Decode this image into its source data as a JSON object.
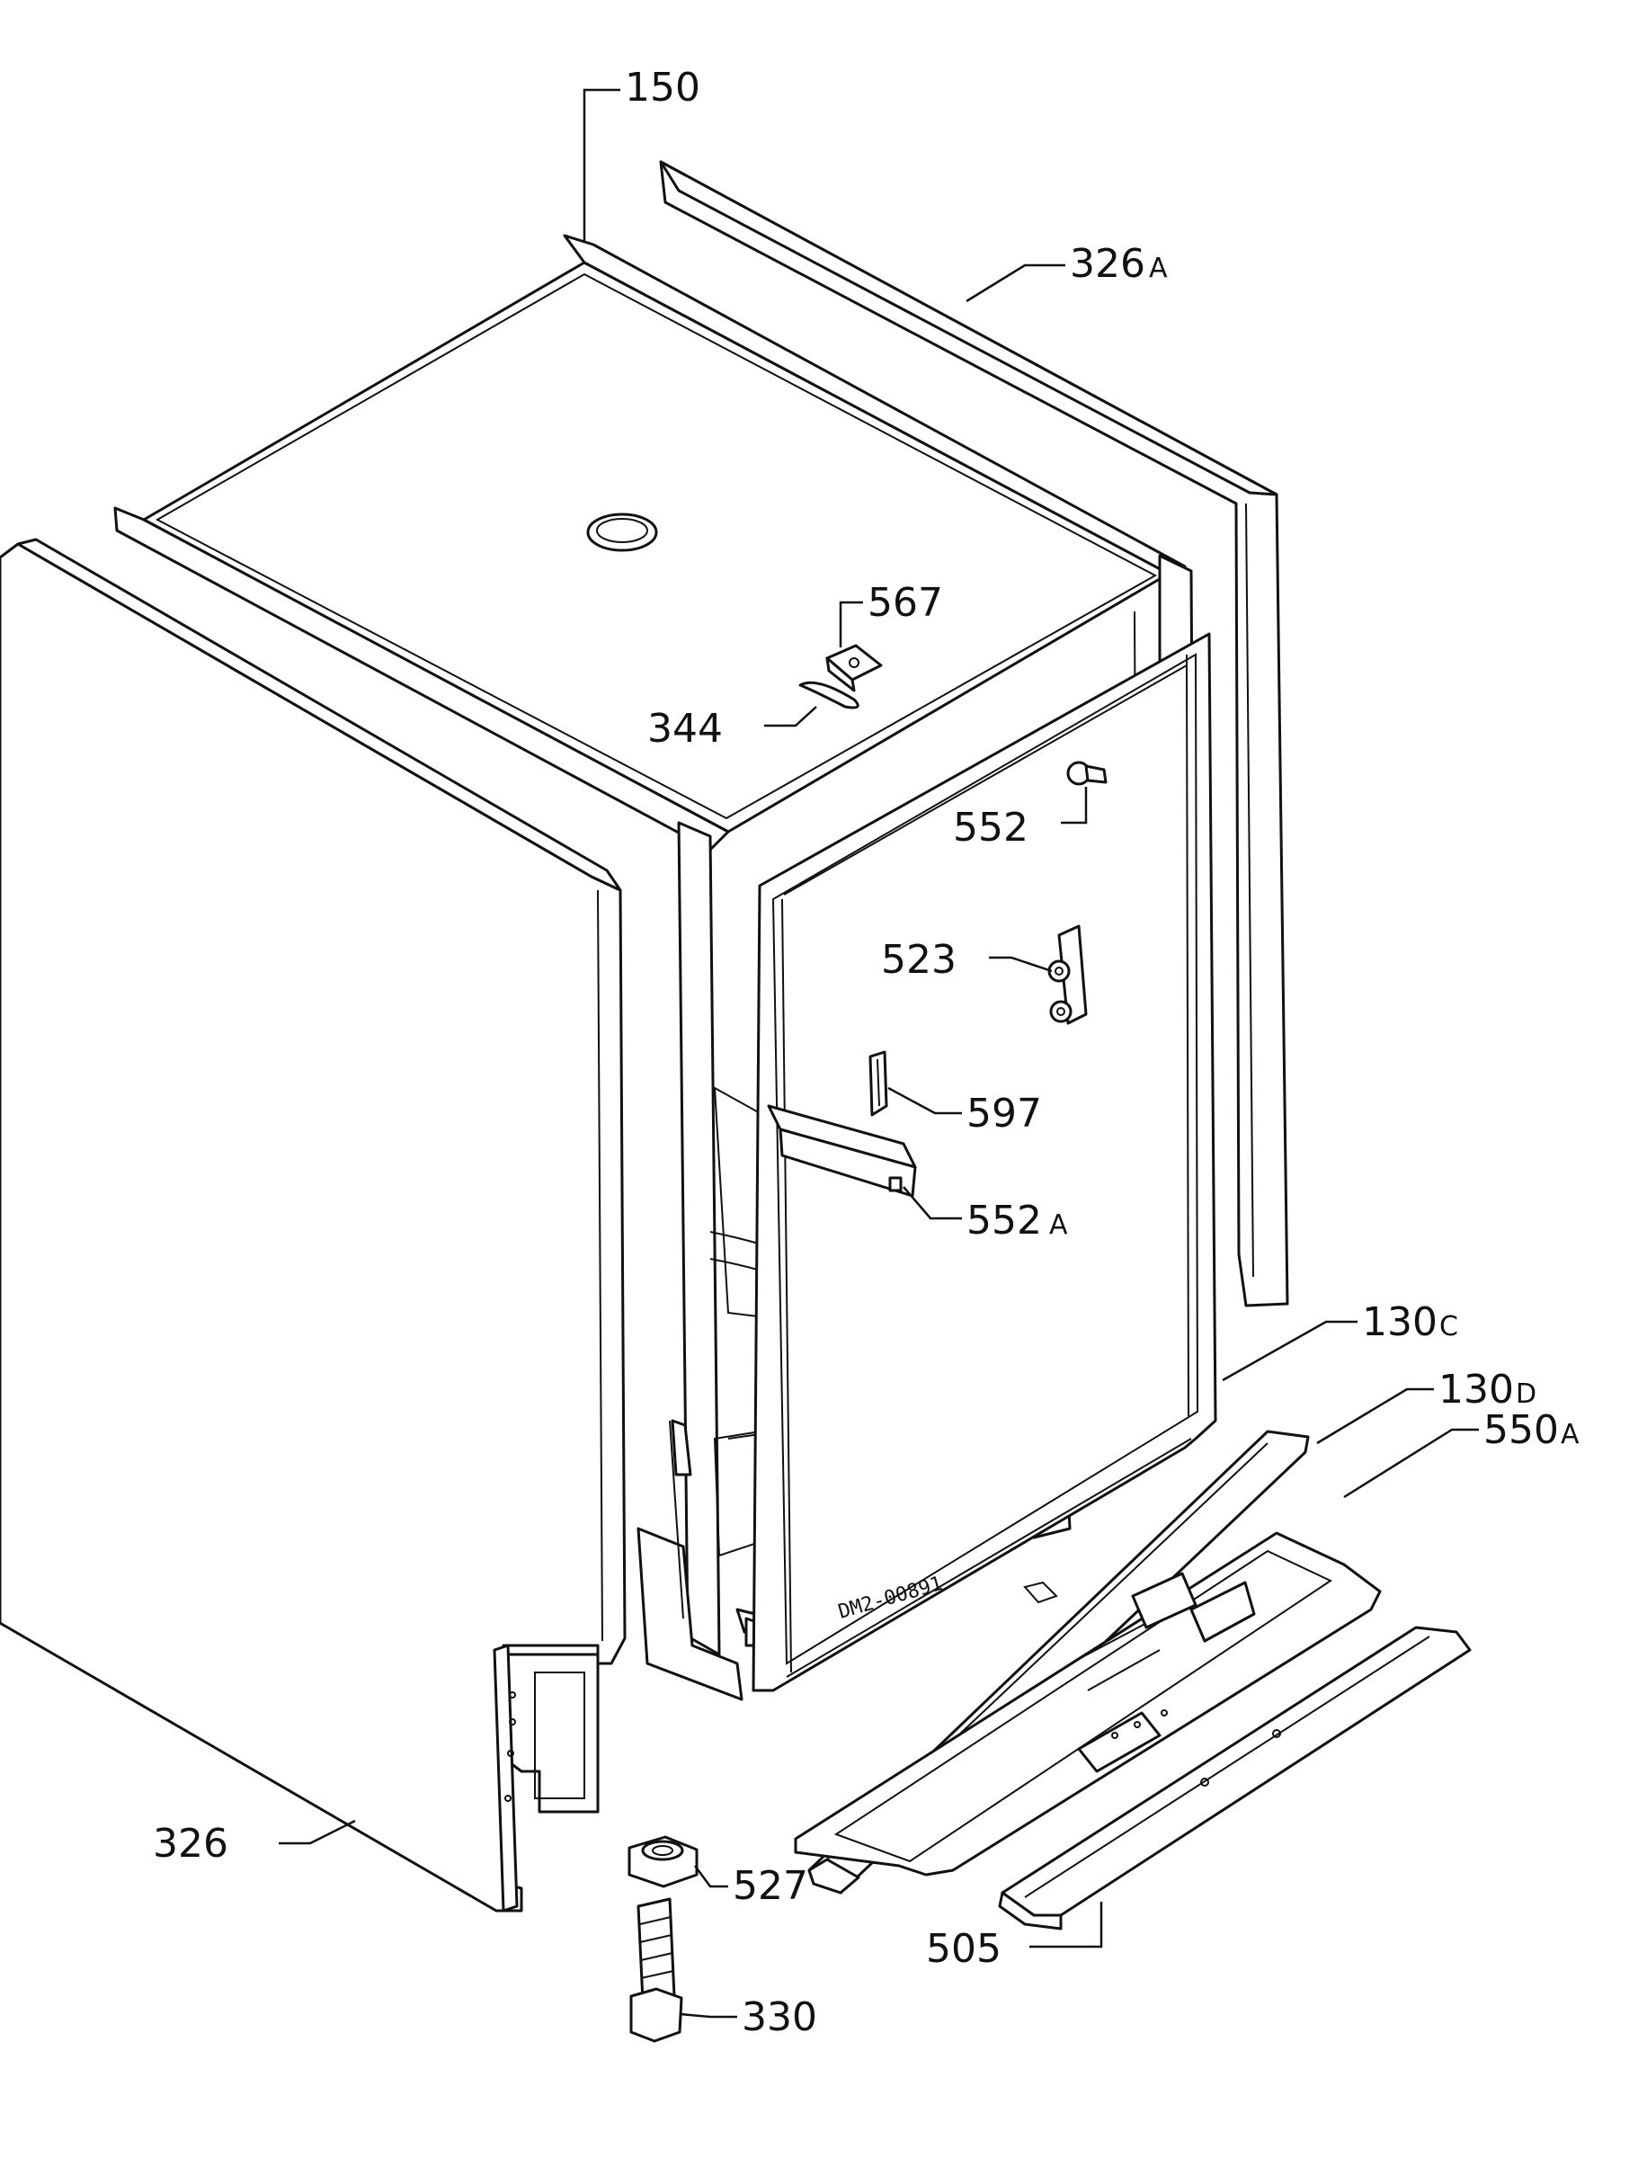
{
  "diagram": {
    "stamp": "DM2-00891",
    "callouts": [
      {
        "id": "150",
        "num": "150",
        "suffix": ""
      },
      {
        "id": "326a",
        "num": "326",
        "suffix": "A"
      },
      {
        "id": "567",
        "num": "567",
        "suffix": ""
      },
      {
        "id": "344",
        "num": "344",
        "suffix": ""
      },
      {
        "id": "552",
        "num": "552",
        "suffix": ""
      },
      {
        "id": "523",
        "num": "523",
        "suffix": ""
      },
      {
        "id": "597",
        "num": "597",
        "suffix": ""
      },
      {
        "id": "552a",
        "num": "552",
        "suffix": "A"
      },
      {
        "id": "130c",
        "num": "130",
        "suffix": "C"
      },
      {
        "id": "130d",
        "num": "130",
        "suffix": "D"
      },
      {
        "id": "550a",
        "num": "550",
        "suffix": "A"
      },
      {
        "id": "326",
        "num": "326",
        "suffix": ""
      },
      {
        "id": "527",
        "num": "527",
        "suffix": ""
      },
      {
        "id": "505",
        "num": "505",
        "suffix": ""
      },
      {
        "id": "330",
        "num": "330",
        "suffix": ""
      }
    ]
  }
}
